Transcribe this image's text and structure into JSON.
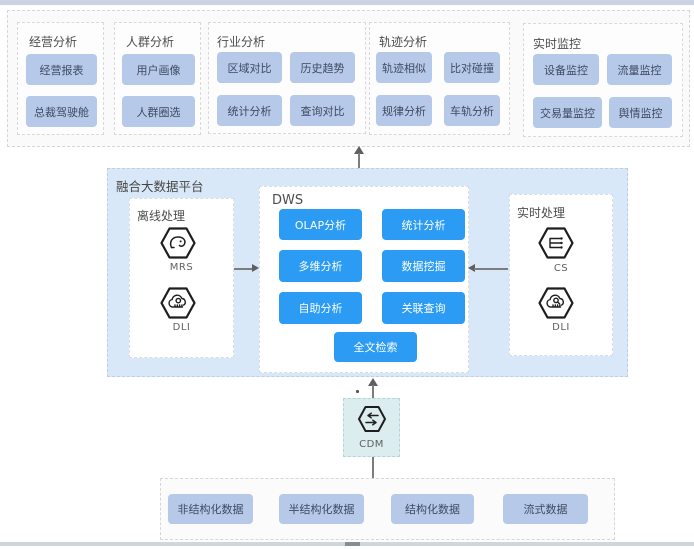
{
  "top_groups": [
    {
      "title": "经营分析",
      "buttons": [
        "经营报表",
        "总裁驾驶舱"
      ]
    },
    {
      "title": "人群分析",
      "buttons": [
        "用户画像",
        "人群圈选"
      ]
    },
    {
      "title": "行业分析",
      "buttons": [
        "区域对比",
        "历史趋势",
        "统计分析",
        "查询对比"
      ]
    },
    {
      "title": "轨迹分析",
      "buttons": [
        "轨迹相似",
        "比对碰撞",
        "规律分析",
        "车轨分析"
      ]
    },
    {
      "title": "实时监控",
      "buttons": [
        "设备监控",
        "流量监控",
        "交易量监控",
        "舆情监控"
      ]
    }
  ],
  "platform": {
    "title": "融合大数据平台",
    "offline": {
      "title": "离线处理",
      "services": [
        {
          "name": "MRS",
          "icon": "mrs-elephant-hexagon-icon"
        },
        {
          "name": "DLI",
          "icon": "dli-cloud-hexagon-icon"
        }
      ]
    },
    "dws": {
      "title": "DWS",
      "buttons": [
        "OLAP分析",
        "统计分析",
        "多维分析",
        "数据挖掘",
        "自助分析",
        "关联查询",
        "全文检索"
      ]
    },
    "realtime": {
      "title": "实时处理",
      "services": [
        {
          "name": "CS",
          "icon": "cs-stream-hexagon-icon"
        },
        {
          "name": "DLI",
          "icon": "dli-cloud-search-hexagon-icon"
        }
      ]
    }
  },
  "cdm": {
    "name": "CDM",
    "icon": "cdm-swap-hexagon-icon"
  },
  "data_sources": [
    "非结构化数据",
    "半结构化数据",
    "结构化数据",
    "流式数据"
  ],
  "colors": {
    "accent_blue": "#2b9bf4",
    "chip_blue": "#b7c9e9",
    "platform_bg": "#d9e8f8",
    "cdm_bg": "#dcedf0",
    "top_window_bar": "#ccd4e4"
  }
}
